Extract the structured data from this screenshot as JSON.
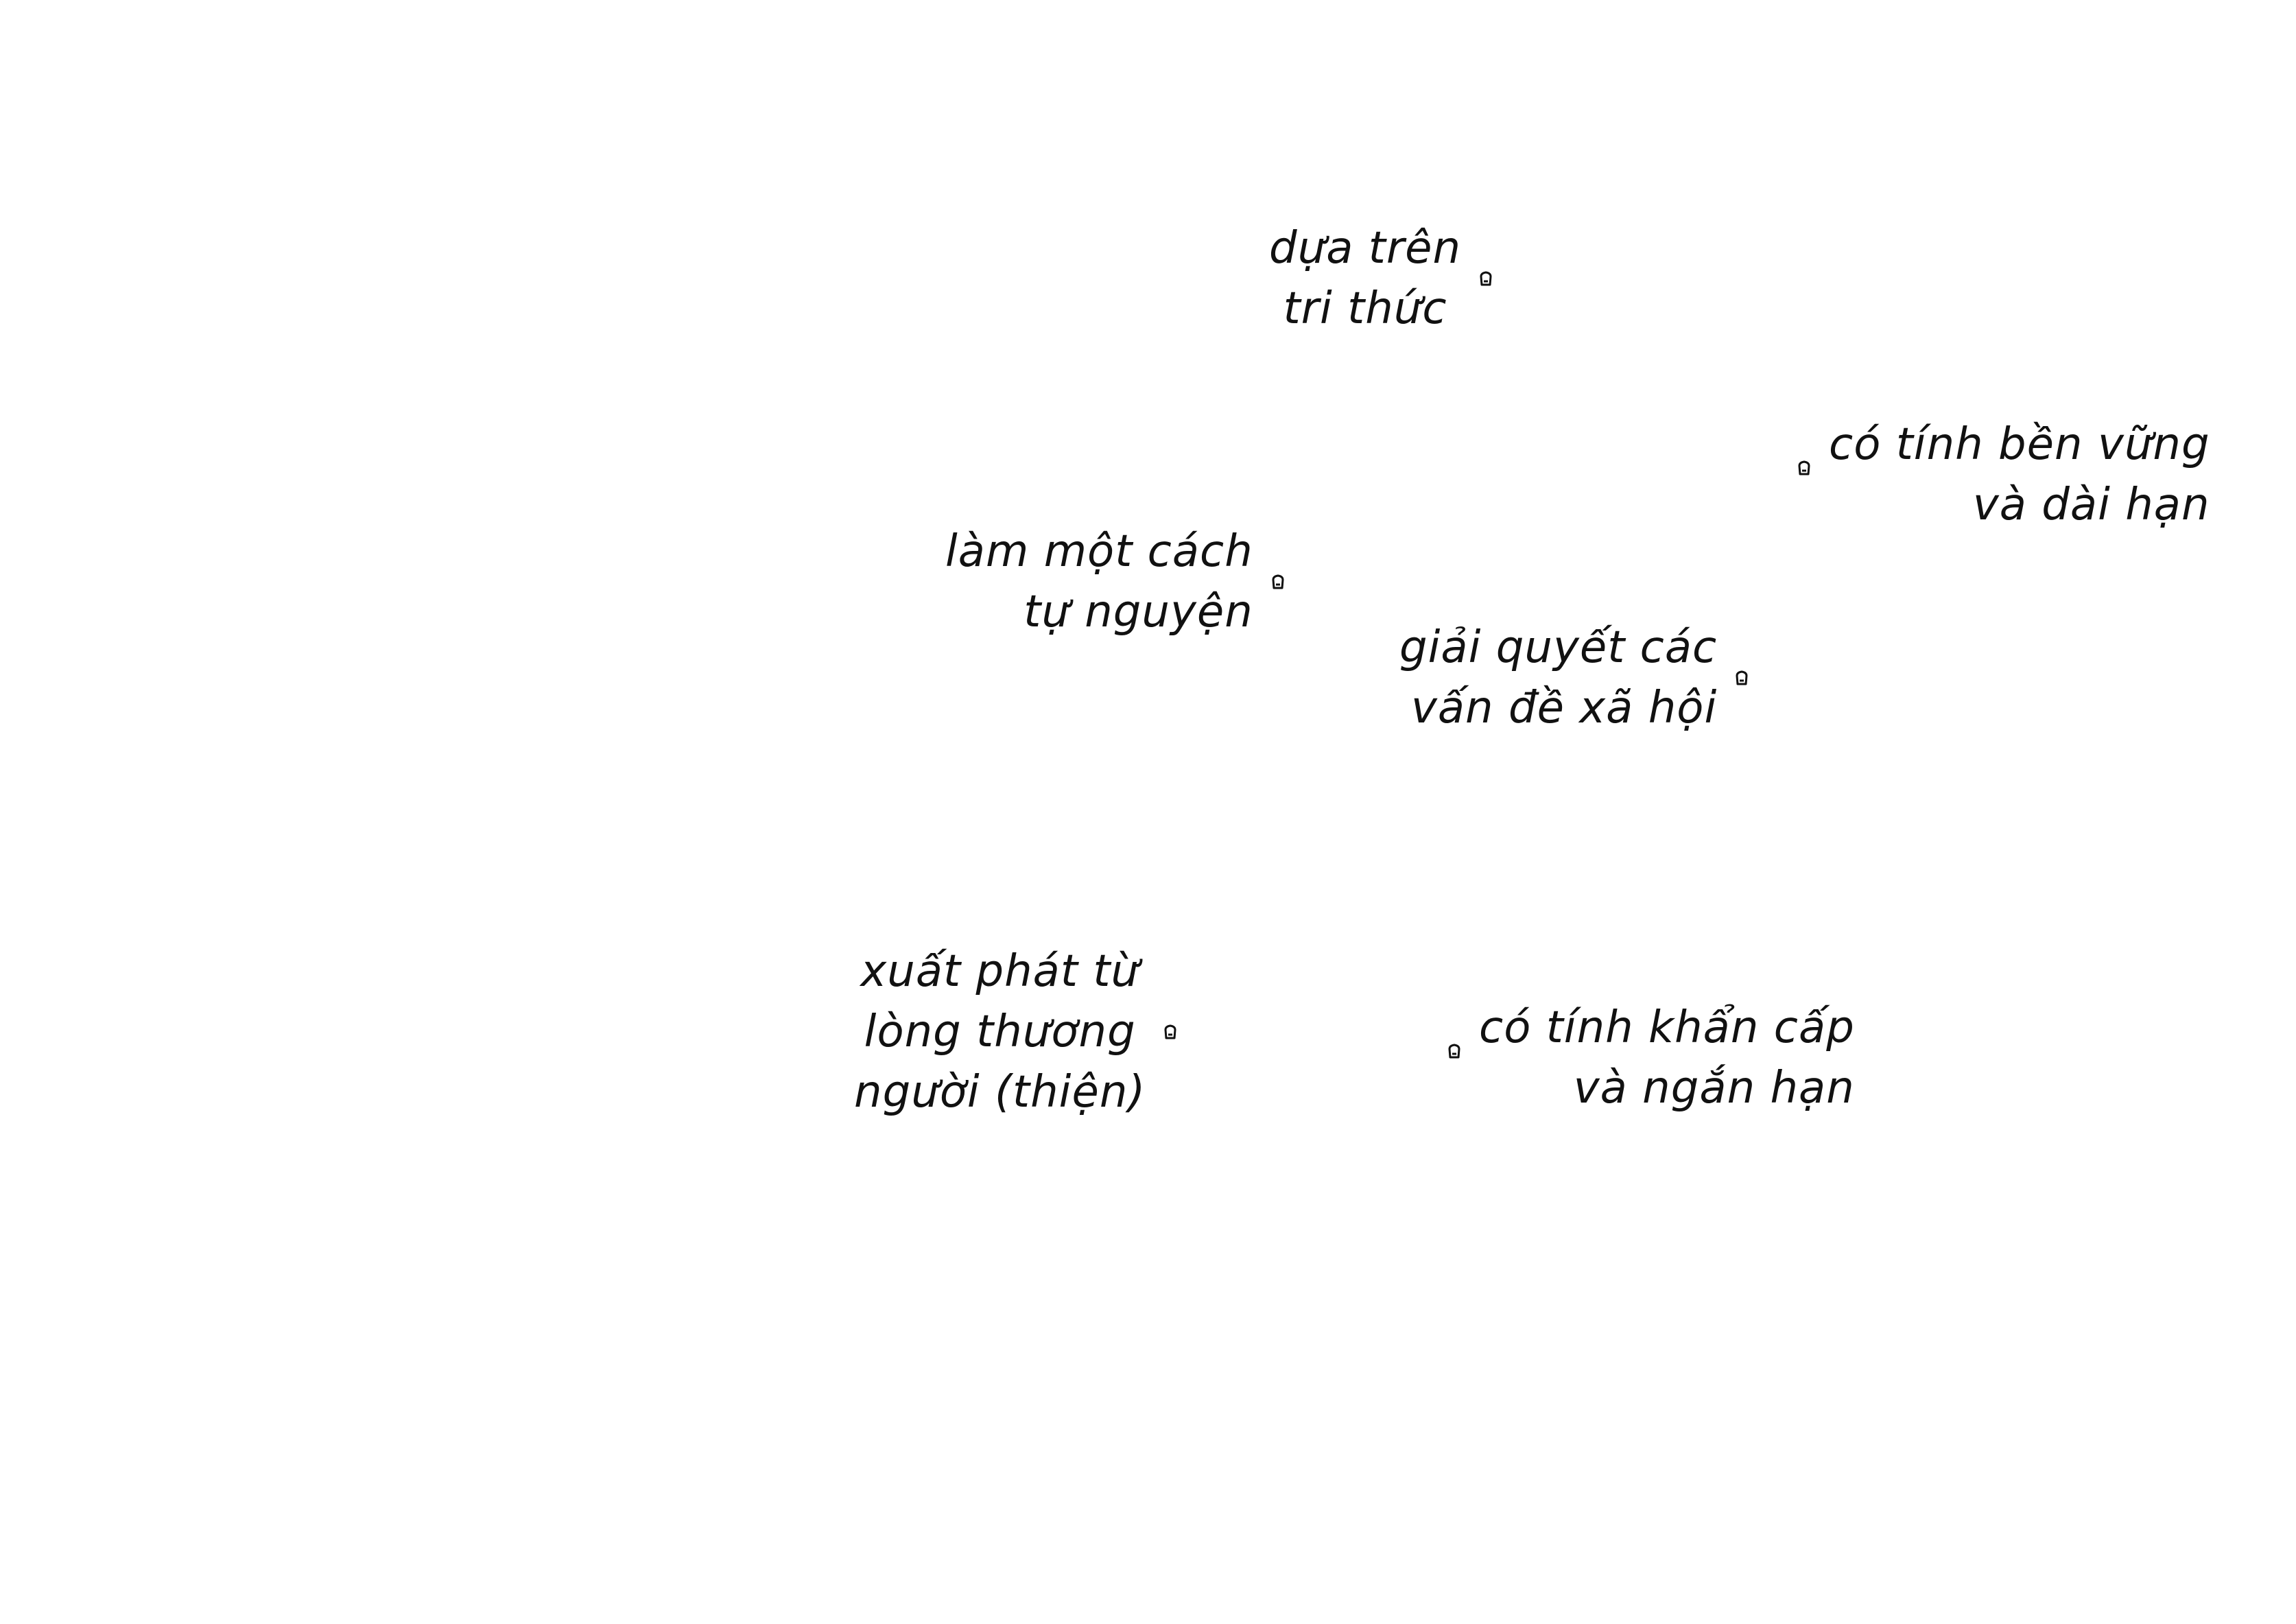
{
  "notes": [
    {
      "id": "knowledge",
      "lines": [
        "dựa trên",
        "tri thức"
      ],
      "marker": "right",
      "align": "center"
    },
    {
      "id": "sustainable",
      "lines": [
        "có tính bền vững",
        "và dài hạn"
      ],
      "marker": "left",
      "align": "right"
    },
    {
      "id": "voluntary",
      "lines": [
        "làm một cách",
        "tự nguyện"
      ],
      "marker": "right",
      "align": "right"
    },
    {
      "id": "social",
      "lines": [
        "giải quyết các",
        "vấn đề xã hội"
      ],
      "marker": "right",
      "align": "right"
    },
    {
      "id": "compassion",
      "lines": [
        "xuất phát từ",
        "lòng thương",
        "người (thiện)"
      ],
      "marker": "right",
      "align": "center"
    },
    {
      "id": "urgent",
      "lines": [
        "có tính khẩn cấp",
        "và ngắn hạn"
      ],
      "marker": "left",
      "align": "right"
    }
  ],
  "marker_icon": "sticky-node-icon"
}
